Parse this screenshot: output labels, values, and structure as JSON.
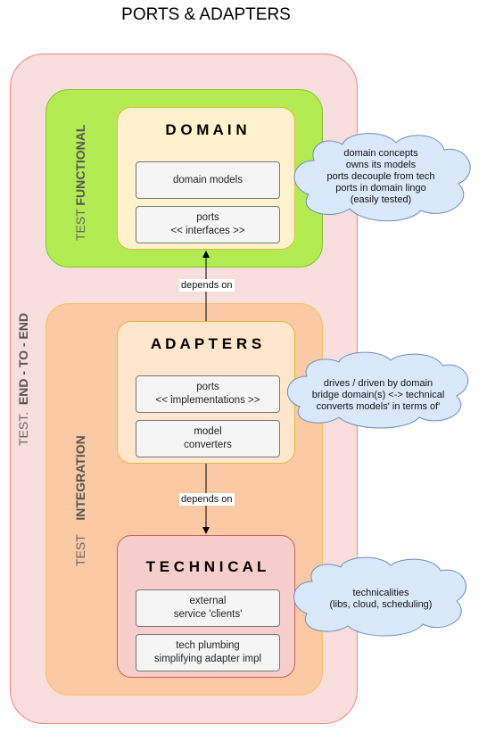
{
  "title": "PORTS & ADAPTERS",
  "labels": {
    "end_to_end_prefix": "TEST.",
    "end_to_end_main": "END - TO - END",
    "functional_prefix": "TEST",
    "functional_main": "FUNCTIONAL",
    "integration_prefix": "TEST",
    "integration_main": "INTEGRATION"
  },
  "domain": {
    "title": "D O M A I N",
    "items": [
      "domain models",
      "ports\n<< interfaces >>"
    ]
  },
  "adapters": {
    "title": "A D A P T E R S",
    "items": [
      "ports\n<< implementations >>",
      "model\nconverters"
    ]
  },
  "technical": {
    "title": "T E C H N I C A L",
    "items": [
      "external\nservice 'clients'",
      "tech plumbing\nsimplifying adapter impl"
    ]
  },
  "edges": {
    "adapters_to_domain": "depends on",
    "adapters_to_technical": "depends on"
  },
  "notes": {
    "domain": "domain concepts\nowns its models\nports decouple from tech\nports in domain lingo\n(easily tested)",
    "adapters": "drives / driven by domain\nbridge domain(s) <-> technical\nconverts models' in terms of'",
    "technical": "technicalities\n(libs, cloud, scheduling)"
  },
  "colors": {
    "end_to_end_fill": "#f9dede",
    "functional_fill": "#b3ec52",
    "integration_fill": "#fbc9a3",
    "note_fill": "#dae8fc"
  }
}
